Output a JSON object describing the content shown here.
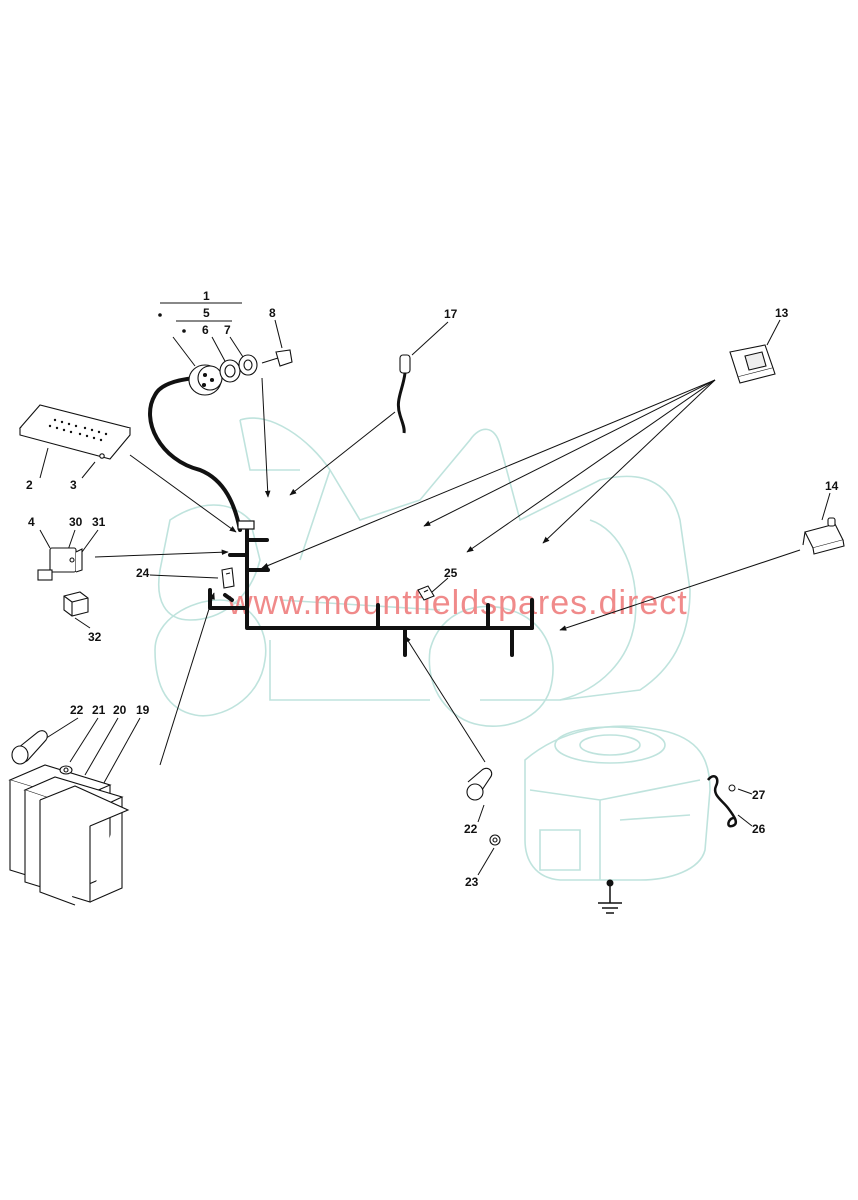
{
  "watermark": {
    "text": "www.mountfieldspares.direct",
    "color": "#f08a8a"
  },
  "colors": {
    "line": "#111111",
    "harness": "#111111",
    "ghost_outline": "#bfe3dd",
    "part_fill": "#ffffff"
  },
  "callouts": {
    "p1": "1",
    "p2": "2",
    "p3": "3",
    "p4": "4",
    "p5": "5",
    "p6": "6",
    "p7": "7",
    "p8": "8",
    "p13": "13",
    "p14": "14",
    "p17": "17",
    "p19": "19",
    "p20": "20",
    "p21": "21",
    "p22a": "22",
    "p22b": "22",
    "p23": "23",
    "p24": "24",
    "p25": "25",
    "p26": "26",
    "p27": "27",
    "p30": "30",
    "p31": "31",
    "p32": "32"
  },
  "icons": {
    "ground": "ground-symbol-icon"
  }
}
